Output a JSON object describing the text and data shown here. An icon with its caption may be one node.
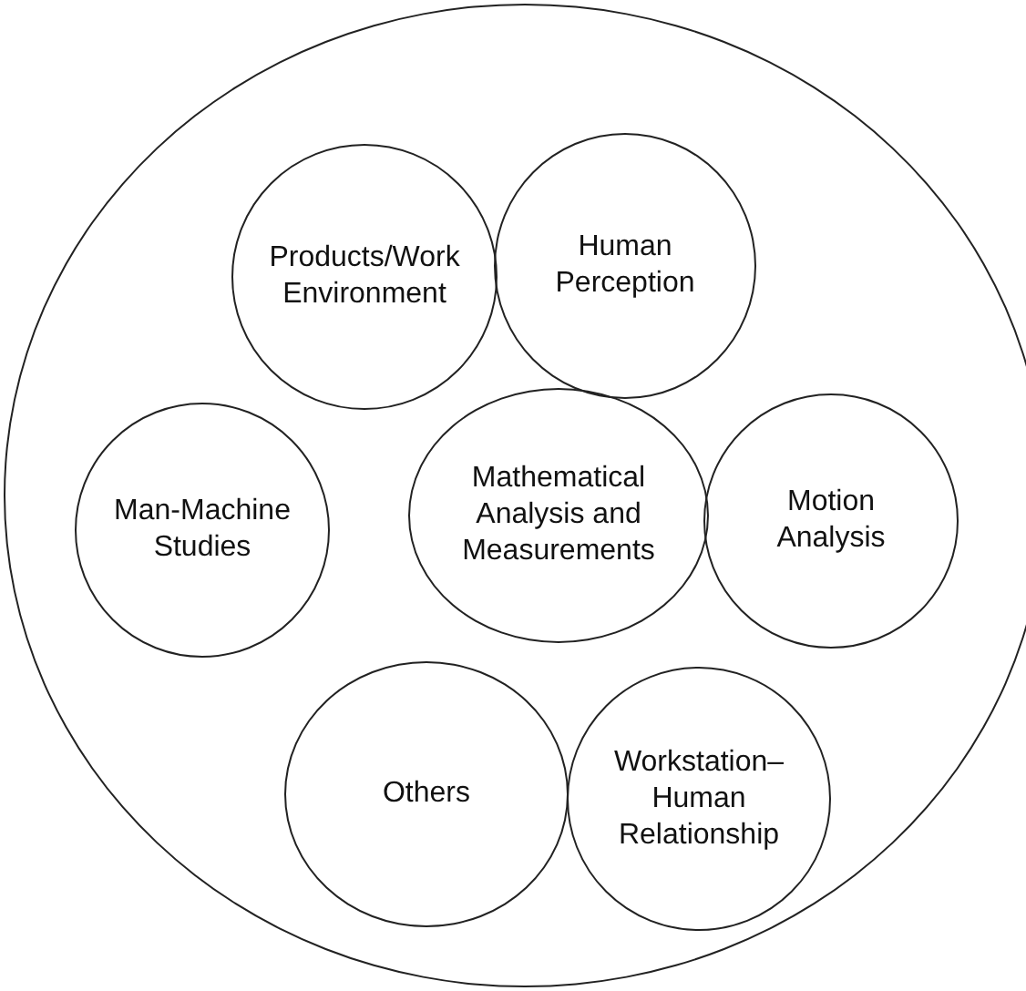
{
  "diagram": {
    "nodes": [
      {
        "text": [],
        "shape": "circle"
      },
      {
        "text": [
          "Products/Work Environment"
        ],
        "in": 0
      },
      {
        "text": [
          "Human Perception"
        ],
        "in": 0
      },
      {
        "text": [
          "Man-Machine Studies"
        ],
        "in": 0
      },
      {
        "text": [
          "Mathematical Analysis and Measurements"
        ],
        "in": 0
      },
      {
        "text": [
          "Motion Analysis"
        ],
        "in": 0
      },
      {
        "text": [
          "Others"
        ],
        "in": 0
      },
      {
        "text": [
          "Workstation–Human Relationship"
        ],
        "in": 0
      }
    ],
    "edges": []
  }
}
